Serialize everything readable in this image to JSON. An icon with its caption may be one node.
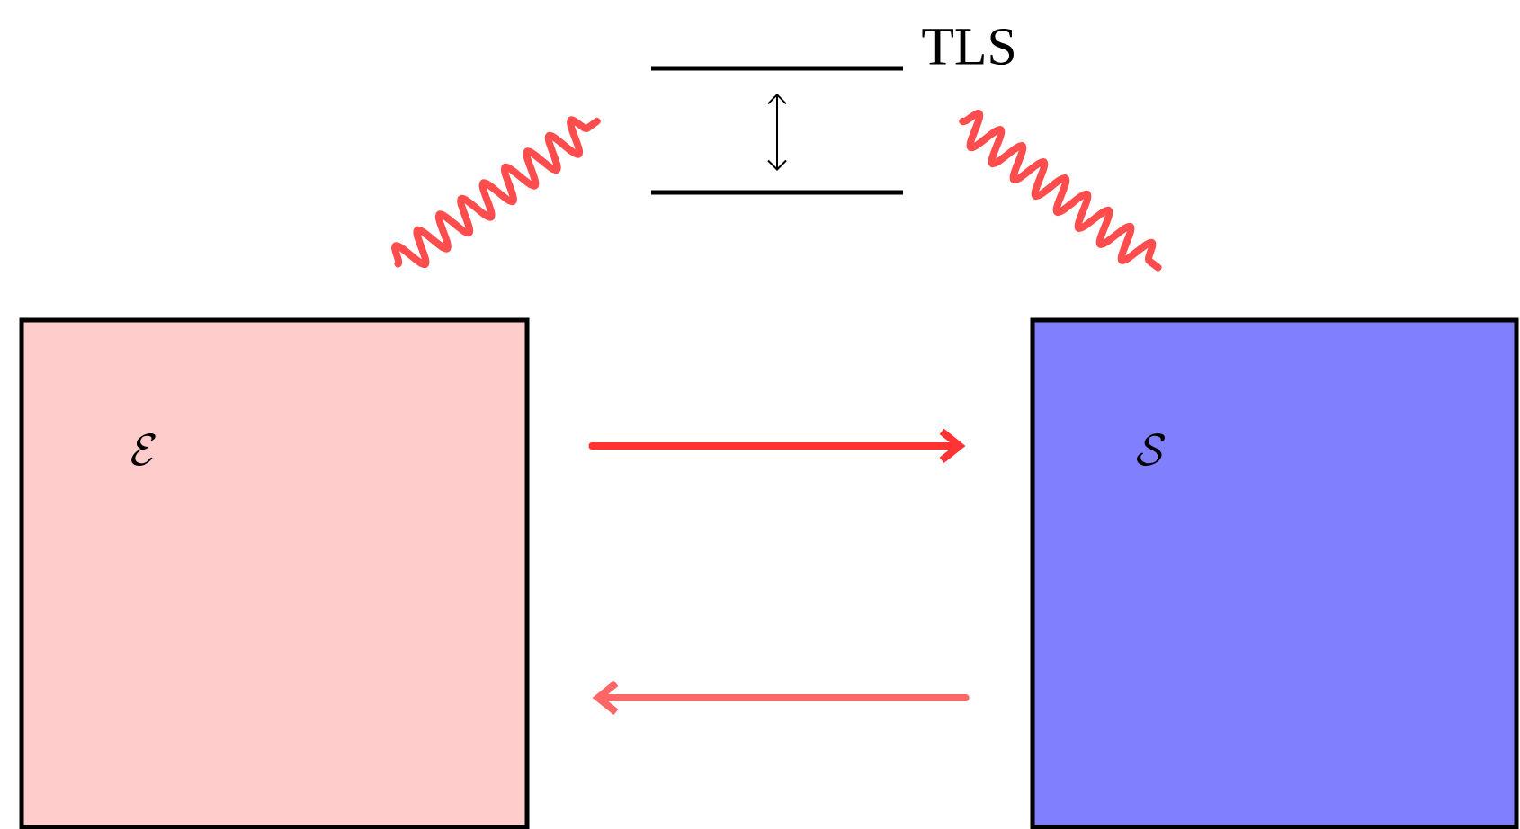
{
  "diagram": {
    "nodes": [
      {
        "text": [
          "\\mathcal{E}"
        ]
      },
      {
        "text": [
          "\\mathcal{S}"
        ]
      },
      {
        "text": [
          "TLS"
        ]
      }
    ],
    "edges": [
      {
        "from": 0,
        "to": 1,
        "arrow": "to",
        "color": "#ff3333"
      },
      {
        "from": 1,
        "to": 0,
        "arrow": "to",
        "color": "#ff6666"
      },
      {
        "from": 0,
        "to": 2,
        "arrow": "none",
        "color": "#ff4d4d"
      },
      {
        "from": 2,
        "to": 1,
        "arrow": "none",
        "color": "#ff4d4d"
      }
    ]
  }
}
